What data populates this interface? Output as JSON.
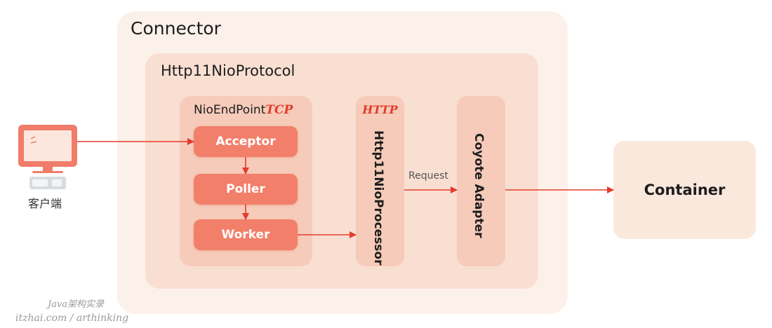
{
  "connector": {
    "title": "Connector"
  },
  "protocol": {
    "title": "Http11NioProtocol"
  },
  "endpoint": {
    "title": "NioEndPoint",
    "tag": "TCP",
    "steps": [
      "Acceptor",
      "Poller",
      "Worker"
    ]
  },
  "processor": {
    "tag": "HTTP",
    "title": "Http11NioProcessor"
  },
  "adapter": {
    "title": "Coyote Adapter"
  },
  "container": {
    "title": "Container"
  },
  "edges": {
    "request_label": "Request"
  },
  "client": {
    "label": "客户端",
    "icon": "computer-monitor-icon"
  },
  "watermark": {
    "line1": "Java架构实录",
    "line2": "itzhai.com / arthinking"
  },
  "colors": {
    "arrow": "#e53b2c",
    "pill": "#f27f6a",
    "accent_text": "#e23a2c",
    "monitor": "#f07d6a"
  }
}
